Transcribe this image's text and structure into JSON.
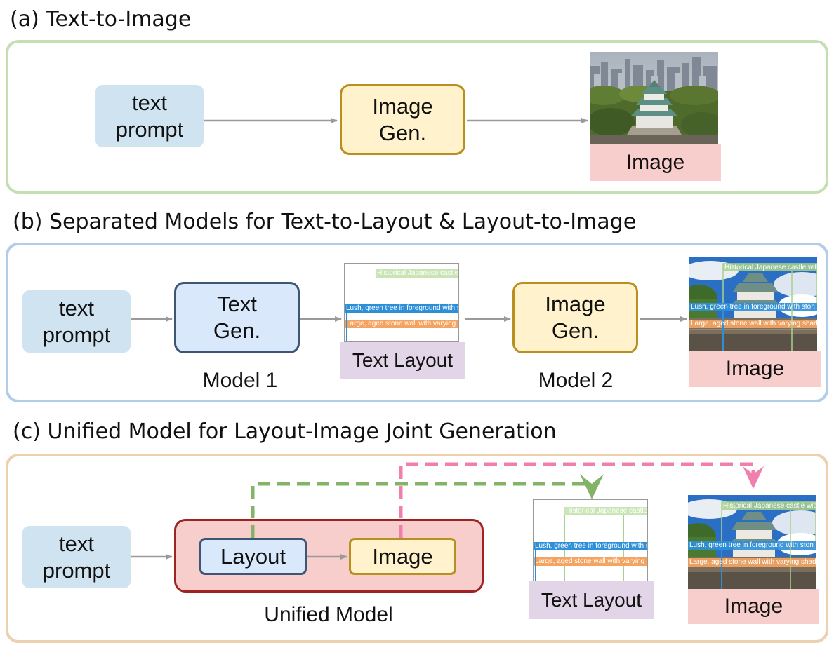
{
  "panel_a": {
    "heading": "(a) Text-to-Image",
    "prompt": "text\nprompt",
    "gen": "Image\nGen.",
    "output_label": "Image"
  },
  "panel_b": {
    "heading": "(b) Separated Models for Text-to-Layout & Layout-to-Image",
    "prompt": "text\nprompt",
    "text_gen": "Text\nGen.",
    "model1": "Model 1",
    "layout_label": "Text Layout",
    "image_gen": "Image\nGen.",
    "model2": "Model 2",
    "output_label": "Image"
  },
  "panel_c": {
    "heading": "(c) Unified Model for Layout-Image Joint Generation",
    "prompt": "text\nprompt",
    "layout": "Layout",
    "image": "Image",
    "unified_caption": "Unified Model",
    "layout_label": "Text Layout",
    "output_label": "Image"
  },
  "layout_boxes": {
    "castle": "Historical Japanese castle with",
    "tree": "Lush, green tree in foreground with ston",
    "wall": "Large, aged stone wall with varying shad"
  },
  "colors": {
    "panel_a_border": "#c5dfb2",
    "panel_b_border": "#b1cde7",
    "panel_c_border": "#ecd0b0",
    "green_dash": "#82b366",
    "pink_dash": "#f07fae",
    "arrow_gray": "#9a9a9a"
  }
}
